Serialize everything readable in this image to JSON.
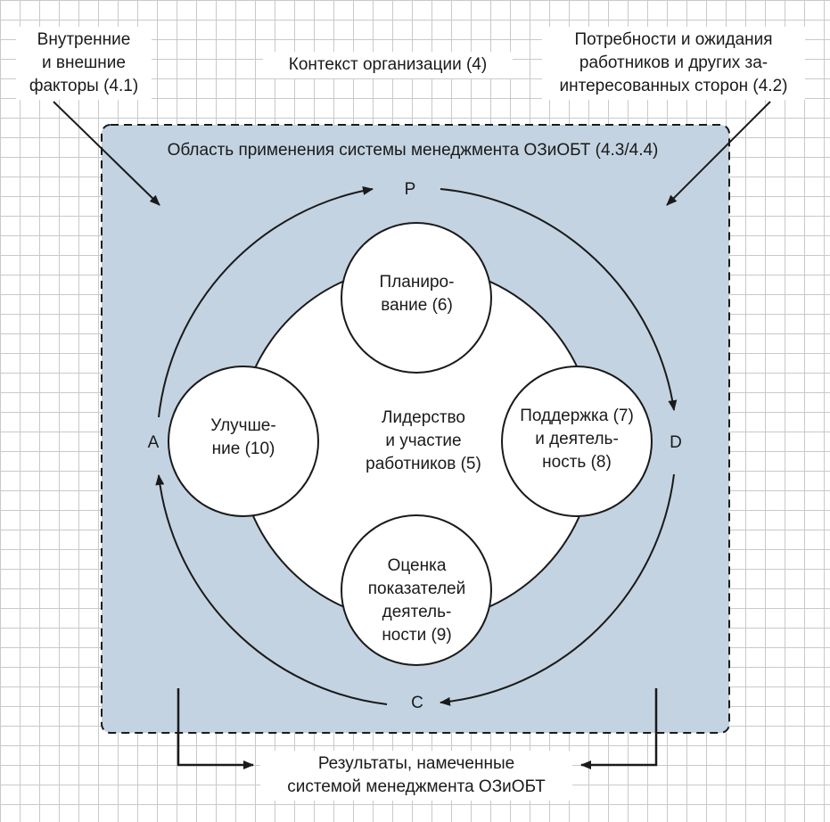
{
  "context": "Контекст организации (4)",
  "external_factors": "Внутренние\nи внешние\nфакторы (4.1)",
  "stakeholder_needs": "Потребности и ожидания\nработников и других за-\nинтересованных сторон (4.2)",
  "scope": "Область применения системы менеджмента ОЗиОБТ (4.3/4.4)",
  "cycle": {
    "p": "P",
    "d": "D",
    "c": "C",
    "a": "A"
  },
  "center": "Лидерство\nи участие\nработников (5)",
  "planning": "Планиро-\nвание (6)",
  "support": "Поддержка (7)\nи деятель-\nность (8)",
  "improvement": "Улучше-\nние (10)",
  "evaluation": "Оценка\nпоказателей\nдеятель-\nности (9)",
  "results": "Результаты, намеченные\nсистемой менеджмента ОЗиОБТ",
  "colors": {
    "scope_fill": "#c3d3e1",
    "stroke": "#1a1a1a",
    "grid": "#c9c9c9"
  }
}
